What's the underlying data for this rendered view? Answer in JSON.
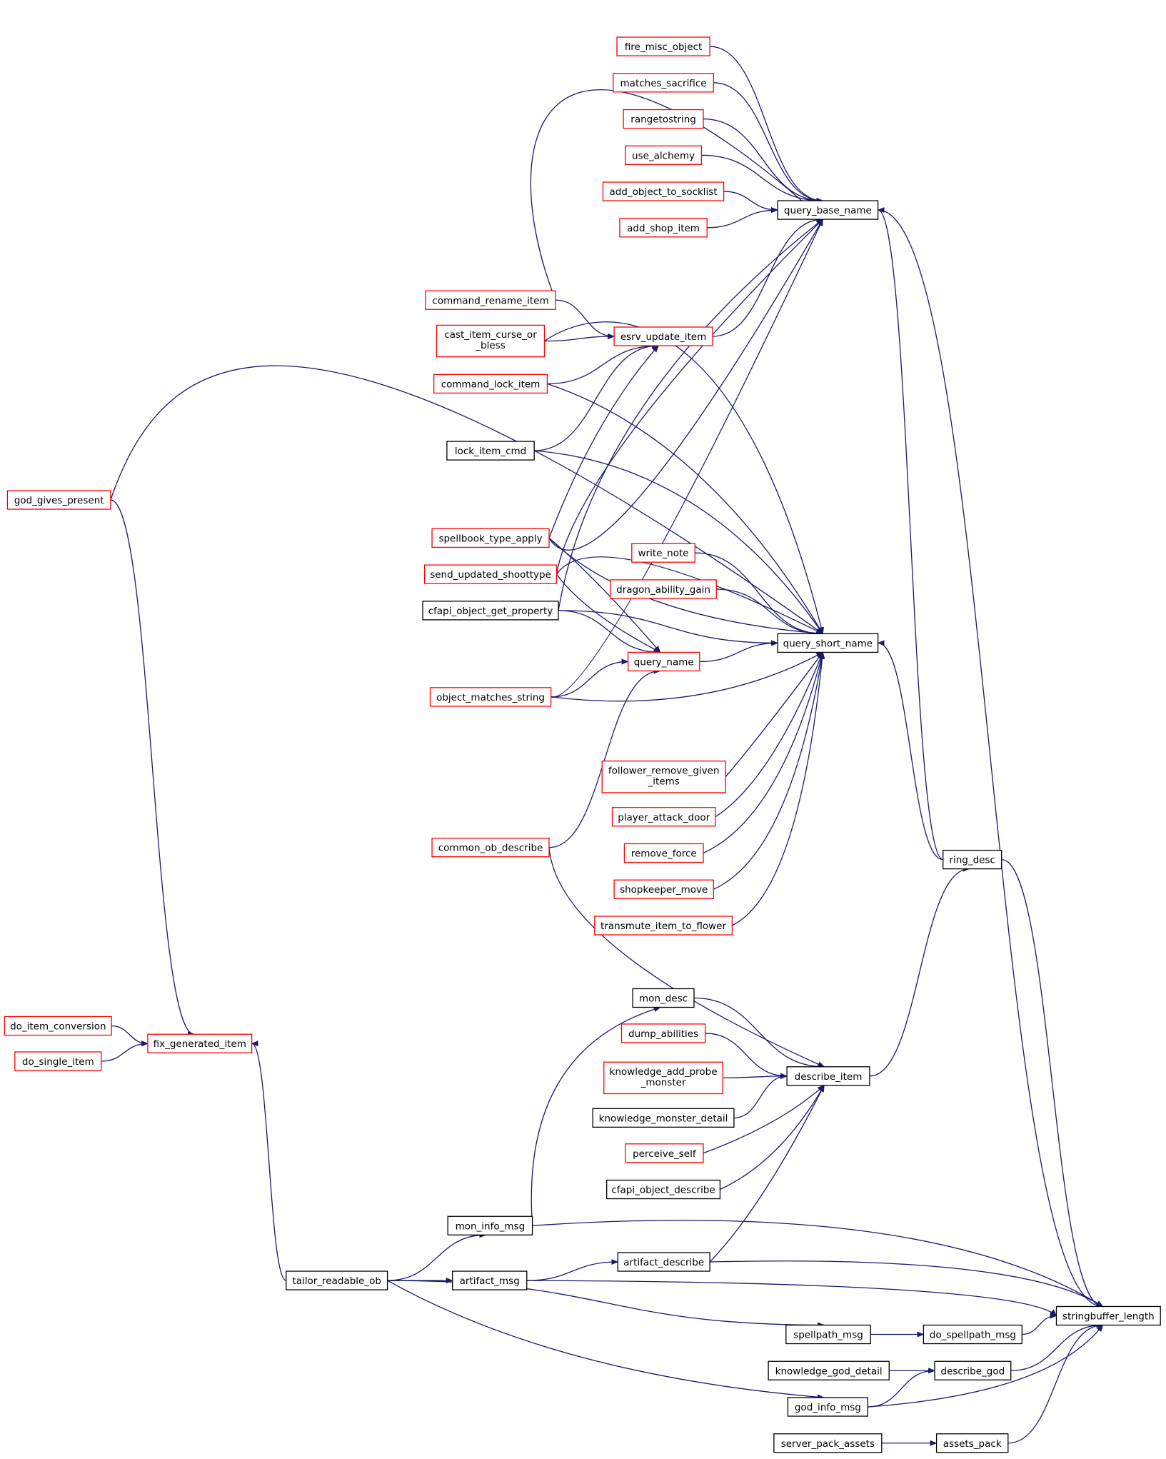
{
  "colors": {
    "edge": "#191970",
    "node_border_normal": "#000000",
    "node_border_incomplete": "#ff0000",
    "node_fill_focus": "#bfbfbf",
    "background": "#ffffff"
  },
  "nodes": {
    "stringbuffer_length": {
      "label": "stringbuffer_length",
      "style": "focus"
    },
    "query_base_name": {
      "label": "query_base_name",
      "style": "normal"
    },
    "query_short_name": {
      "label": "query_short_name",
      "style": "normal"
    },
    "ring_desc": {
      "label": "ring_desc",
      "style": "normal"
    },
    "describe_item": {
      "label": "describe_item",
      "style": "normal"
    },
    "fire_misc_object": {
      "label": "fire_misc_object",
      "style": "red"
    },
    "matches_sacrifice": {
      "label": "matches_sacrifice",
      "style": "red"
    },
    "rangetostring": {
      "label": "rangetostring",
      "style": "red"
    },
    "use_alchemy": {
      "label": "use_alchemy",
      "style": "red"
    },
    "add_object_to_socklist": {
      "label": "add_object_to_socklist",
      "style": "red"
    },
    "add_shop_item": {
      "label": "add_shop_item",
      "style": "red"
    },
    "command_rename_item": {
      "label": "command_rename_item",
      "style": "red"
    },
    "cast_item_curse_or_bless": {
      "label": "cast_item_curse_or",
      "label2": "_bless",
      "style": "red"
    },
    "esrv_update_item": {
      "label": "esrv_update_item",
      "style": "red"
    },
    "command_lock_item": {
      "label": "command_lock_item",
      "style": "red"
    },
    "lock_item_cmd": {
      "label": "lock_item_cmd",
      "style": "normal"
    },
    "god_gives_present": {
      "label": "god_gives_present",
      "style": "red"
    },
    "spellbook_type_apply": {
      "label": "spellbook_type_apply",
      "style": "red"
    },
    "send_updated_shoottype": {
      "label": "send_updated_shoottype",
      "style": "red"
    },
    "cfapi_object_get_property": {
      "label": "cfapi_object_get_property",
      "style": "normal"
    },
    "write_note": {
      "label": "write_note",
      "style": "red"
    },
    "dragon_ability_gain": {
      "label": "dragon_ability_gain",
      "style": "red"
    },
    "query_name": {
      "label": "query_name",
      "style": "red"
    },
    "object_matches_string": {
      "label": "object_matches_string",
      "style": "red"
    },
    "follower_remove_given_items": {
      "label": "follower_remove_given",
      "label2": "_items",
      "style": "red"
    },
    "player_attack_door": {
      "label": "player_attack_door",
      "style": "red"
    },
    "remove_force": {
      "label": "remove_force",
      "style": "red"
    },
    "shopkeeper_move": {
      "label": "shopkeeper_move",
      "style": "red"
    },
    "transmute_item_to_flower": {
      "label": "transmute_item_to_flower",
      "style": "red"
    },
    "common_ob_describe": {
      "label": "common_ob_describe",
      "style": "red"
    },
    "mon_desc": {
      "label": "mon_desc",
      "style": "normal"
    },
    "dump_abilities": {
      "label": "dump_abilities",
      "style": "red"
    },
    "knowledge_add_probe_monster": {
      "label": "knowledge_add_probe",
      "label2": "_monster",
      "style": "red"
    },
    "knowledge_monster_detail": {
      "label": "knowledge_monster_detail",
      "style": "normal"
    },
    "perceive_self": {
      "label": "perceive_self",
      "style": "red"
    },
    "cfapi_object_describe": {
      "label": "cfapi_object_describe",
      "style": "normal"
    },
    "do_item_conversion": {
      "label": "do_item_conversion",
      "style": "red"
    },
    "fix_generated_item": {
      "label": "fix_generated_item",
      "style": "red"
    },
    "do_single_item": {
      "label": "do_single_item",
      "style": "red"
    },
    "mon_info_msg": {
      "label": "mon_info_msg",
      "style": "normal"
    },
    "artifact_describe": {
      "label": "artifact_describe",
      "style": "normal"
    },
    "tailor_readable_ob": {
      "label": "tailor_readable_ob",
      "style": "normal"
    },
    "artifact_msg": {
      "label": "artifact_msg",
      "style": "normal"
    },
    "spellpath_msg": {
      "label": "spellpath_msg",
      "style": "normal"
    },
    "do_spellpath_msg": {
      "label": "do_spellpath_msg",
      "style": "normal"
    },
    "knowledge_god_detail": {
      "label": "knowledge_god_detail",
      "style": "normal"
    },
    "describe_god": {
      "label": "describe_god",
      "style": "normal"
    },
    "god_info_msg": {
      "label": "god_info_msg",
      "style": "normal"
    },
    "server_pack_assets": {
      "label": "server_pack_assets",
      "style": "normal"
    },
    "assets_pack": {
      "label": "assets_pack",
      "style": "normal"
    }
  },
  "edges": [
    [
      "query_base_name",
      "stringbuffer_length"
    ],
    [
      "ring_desc",
      "stringbuffer_length"
    ],
    [
      "mon_info_msg",
      "stringbuffer_length"
    ],
    [
      "artifact_describe",
      "stringbuffer_length"
    ],
    [
      "artifact_msg",
      "stringbuffer_length"
    ],
    [
      "do_spellpath_msg",
      "stringbuffer_length"
    ],
    [
      "describe_god",
      "stringbuffer_length"
    ],
    [
      "god_info_msg",
      "stringbuffer_length"
    ],
    [
      "assets_pack",
      "stringbuffer_length"
    ],
    [
      "fire_misc_object",
      "query_base_name"
    ],
    [
      "matches_sacrifice",
      "query_base_name"
    ],
    [
      "rangetostring",
      "query_base_name"
    ],
    [
      "use_alchemy",
      "query_base_name"
    ],
    [
      "add_object_to_socklist",
      "query_base_name"
    ],
    [
      "add_shop_item",
      "query_base_name"
    ],
    [
      "command_rename_item",
      "query_base_name"
    ],
    [
      "esrv_update_item",
      "query_base_name"
    ],
    [
      "spellbook_type_apply",
      "query_base_name"
    ],
    [
      "send_updated_shoottype",
      "query_base_name"
    ],
    [
      "cfapi_object_get_property",
      "query_base_name"
    ],
    [
      "object_matches_string",
      "query_base_name"
    ],
    [
      "ring_desc",
      "query_base_name"
    ],
    [
      "god_gives_present",
      "query_short_name"
    ],
    [
      "cast_item_curse_or_bless",
      "query_short_name"
    ],
    [
      "command_lock_item",
      "query_short_name"
    ],
    [
      "lock_item_cmd",
      "query_short_name"
    ],
    [
      "spellbook_type_apply",
      "query_short_name"
    ],
    [
      "send_updated_shoottype",
      "query_short_name"
    ],
    [
      "write_note",
      "query_short_name"
    ],
    [
      "dragon_ability_gain",
      "query_short_name"
    ],
    [
      "cfapi_object_get_property",
      "query_short_name"
    ],
    [
      "query_name",
      "query_short_name"
    ],
    [
      "object_matches_string",
      "query_short_name"
    ],
    [
      "follower_remove_given_items",
      "query_short_name"
    ],
    [
      "player_attack_door",
      "query_short_name"
    ],
    [
      "remove_force",
      "query_short_name"
    ],
    [
      "shopkeeper_move",
      "query_short_name"
    ],
    [
      "transmute_item_to_flower",
      "query_short_name"
    ],
    [
      "ring_desc",
      "query_short_name"
    ],
    [
      "command_rename_item",
      "esrv_update_item"
    ],
    [
      "cast_item_curse_or_bless",
      "esrv_update_item"
    ],
    [
      "command_lock_item",
      "esrv_update_item"
    ],
    [
      "lock_item_cmd",
      "esrv_update_item"
    ],
    [
      "spellbook_type_apply",
      "esrv_update_item"
    ],
    [
      "spellbook_type_apply",
      "query_name"
    ],
    [
      "send_updated_shoottype",
      "query_name"
    ],
    [
      "cfapi_object_get_property",
      "query_name"
    ],
    [
      "object_matches_string",
      "query_name"
    ],
    [
      "common_ob_describe",
      "query_name"
    ],
    [
      "describe_item",
      "ring_desc"
    ],
    [
      "common_ob_describe",
      "describe_item"
    ],
    [
      "mon_desc",
      "describe_item"
    ],
    [
      "dump_abilities",
      "describe_item"
    ],
    [
      "knowledge_add_probe_monster",
      "describe_item"
    ],
    [
      "knowledge_monster_detail",
      "describe_item"
    ],
    [
      "perceive_self",
      "describe_item"
    ],
    [
      "cfapi_object_describe",
      "describe_item"
    ],
    [
      "artifact_describe",
      "describe_item"
    ],
    [
      "mon_info_msg",
      "mon_desc"
    ],
    [
      "do_item_conversion",
      "fix_generated_item"
    ],
    [
      "do_single_item",
      "fix_generated_item"
    ],
    [
      "god_gives_present",
      "fix_generated_item"
    ],
    [
      "tailor_readable_ob",
      "fix_generated_item"
    ],
    [
      "tailor_readable_ob",
      "mon_info_msg"
    ],
    [
      "artifact_msg",
      "artifact_describe"
    ],
    [
      "tailor_readable_ob",
      "artifact_msg"
    ],
    [
      "tailor_readable_ob",
      "spellpath_msg"
    ],
    [
      "spellpath_msg",
      "do_spellpath_msg"
    ],
    [
      "knowledge_god_detail",
      "describe_god"
    ],
    [
      "god_info_msg",
      "describe_god"
    ],
    [
      "tailor_readable_ob",
      "god_info_msg"
    ],
    [
      "server_pack_assets",
      "assets_pack"
    ]
  ]
}
